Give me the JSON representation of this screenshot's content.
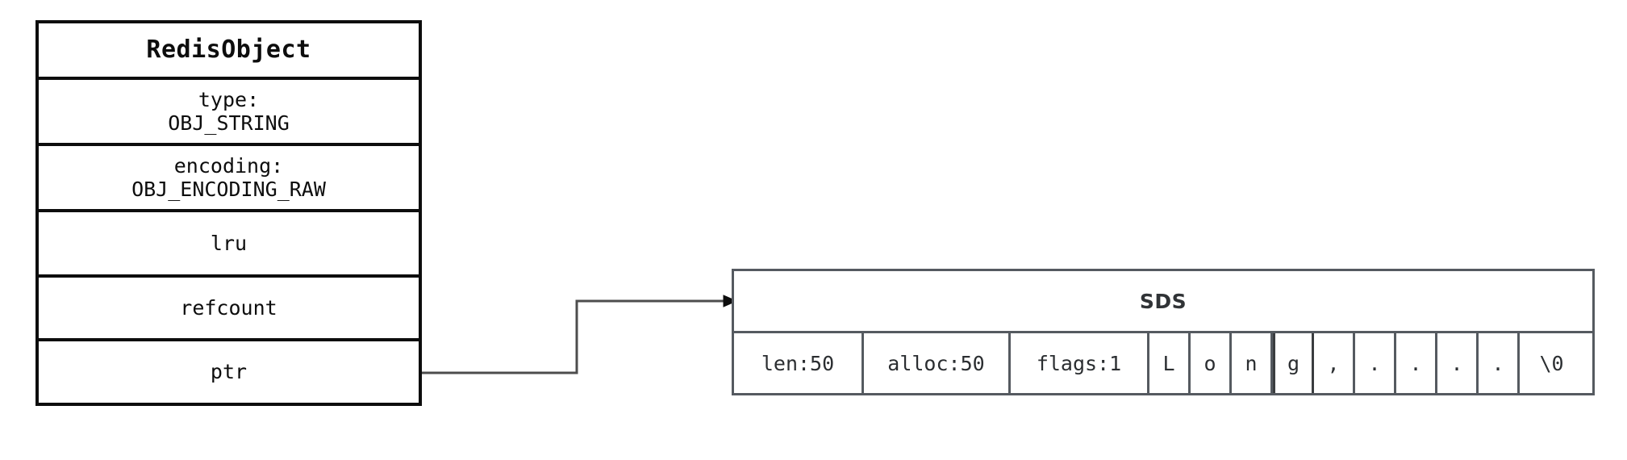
{
  "diagram": {
    "title": "RedisObject to SDS pointer diagram",
    "colors": {
      "struct_border": "#0d0d0d",
      "sds_border": "#555a60",
      "connector": "#4d4d4d",
      "text": "#0d0d0d",
      "background": "#ffffff"
    }
  },
  "redis_object": {
    "header": "RedisObject",
    "fields": [
      {
        "label": "type:",
        "value": "OBJ_STRING"
      },
      {
        "label": "encoding:",
        "value": "OBJ_ENCODING_RAW"
      },
      {
        "label": "lru",
        "value": ""
      },
      {
        "label": "refcount",
        "value": ""
      },
      {
        "label": "ptr",
        "value": ""
      }
    ]
  },
  "connector": {
    "name": "ptr-to-sds-arrow",
    "from": "ptr",
    "to": "SDS",
    "arrowhead": "right"
  },
  "sds": {
    "title": "SDS",
    "fields": [
      {
        "name": "len",
        "text": "len:50"
      },
      {
        "name": "alloc",
        "text": "alloc:50"
      },
      {
        "name": "flags",
        "text": "flags:1"
      }
    ],
    "buffer": [
      {
        "name": "char-L",
        "text": "L"
      },
      {
        "name": "char-o",
        "text": "o"
      },
      {
        "name": "char-n",
        "text": "n"
      },
      {
        "name": "char-g",
        "text": "g"
      },
      {
        "name": "char-comma",
        "text": ","
      },
      {
        "name": "char-dot-1",
        "text": "."
      },
      {
        "name": "char-dot-2",
        "text": "."
      },
      {
        "name": "char-dot-3",
        "text": "."
      },
      {
        "name": "char-dot-4",
        "text": "."
      },
      {
        "name": "char-null-terminator",
        "text": "\\0"
      }
    ]
  }
}
